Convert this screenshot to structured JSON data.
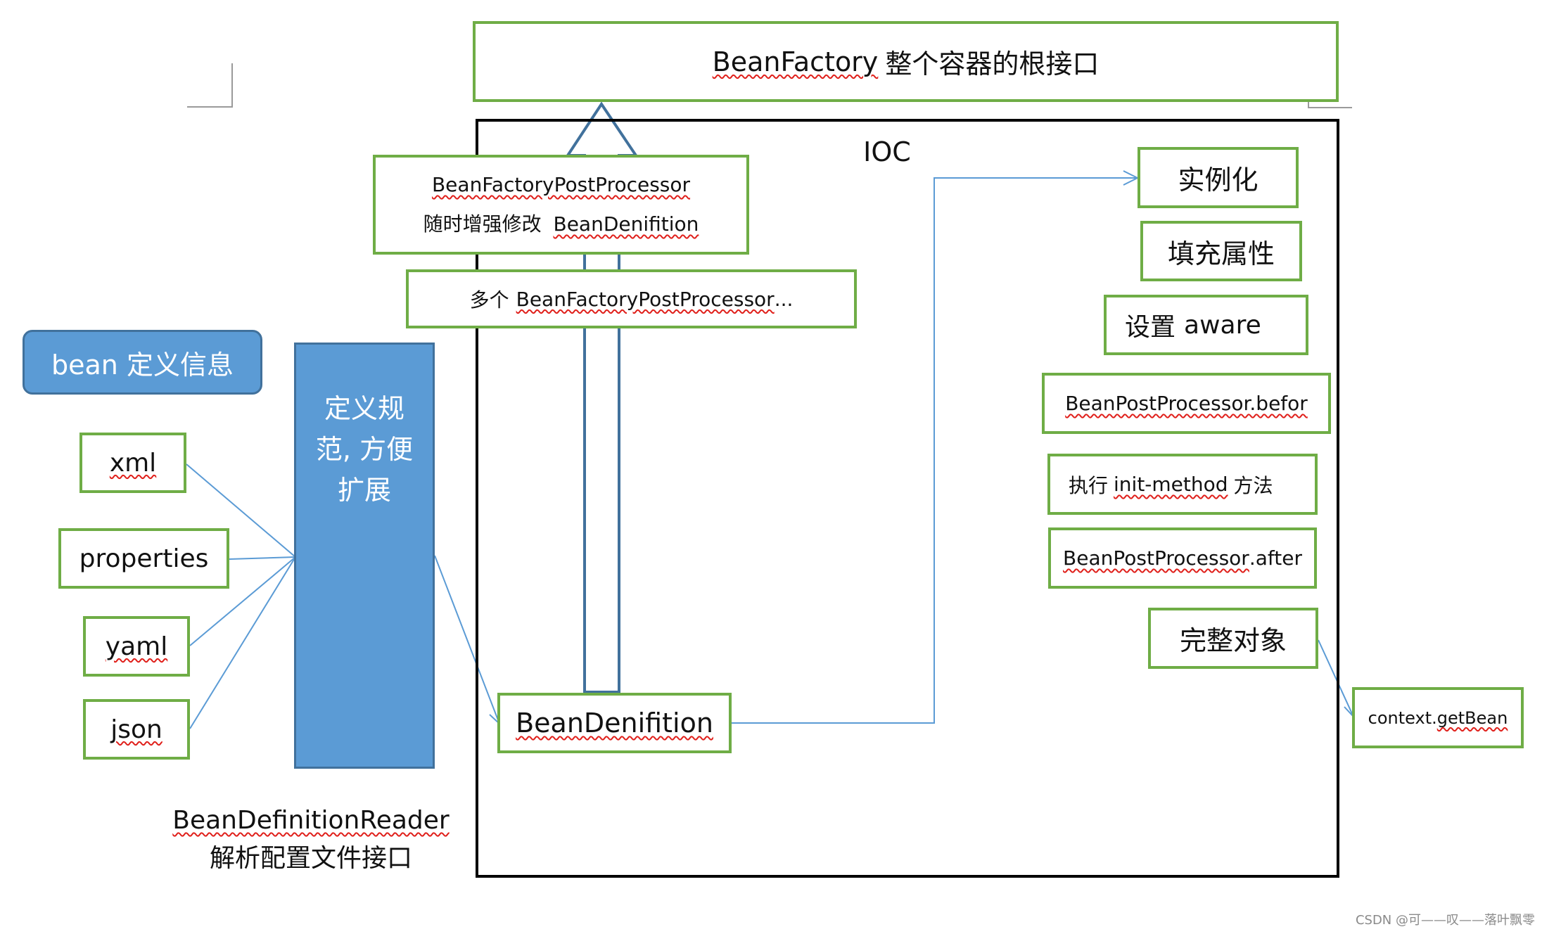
{
  "root_interface": {
    "name": "BeanFactory",
    "desc": "整个容器的根接口"
  },
  "container_label": "IOC",
  "post_processor": {
    "name": "BeanFactoryPostProcessor",
    "desc_prefix": "随时增强修改",
    "target": "BeanDenifition"
  },
  "multiple_post_processors": {
    "prefix": "多个",
    "name": "BeanFactoryPostProcessor",
    "suffix": "..."
  },
  "bean_definition_info": "bean 定义信息",
  "config_sources": [
    "xml",
    "properties",
    "yaml",
    "json"
  ],
  "spec_column": [
    "定义规",
    "范, 方便",
    "扩展"
  ],
  "reader": {
    "name": "BeanDefinitionReader",
    "desc": "解析配置文件接口"
  },
  "bean_definition": "BeanDenifition",
  "lifecycle_steps": {
    "instantiate": "实例化",
    "populate": "填充属性",
    "aware_prefix": "设置",
    "aware_word": "aware",
    "before": "BeanPostProcessor.befor",
    "init_prefix": "执行",
    "init_method": "init-method",
    "init_suffix": "方法",
    "after_name": "BeanPostProcessor",
    "after_suffix": ".after",
    "complete": "完整对象"
  },
  "get_bean": {
    "prefix": "context.",
    "method": "getBean"
  },
  "watermark": "CSDN @可——叹——落叶飘零",
  "colors": {
    "box_border": "#6fad46",
    "blue_fill": "#5b9bd5",
    "blue_border": "#41719c",
    "connector": "#5b9bd5",
    "spellcheck": "#e0201b"
  }
}
